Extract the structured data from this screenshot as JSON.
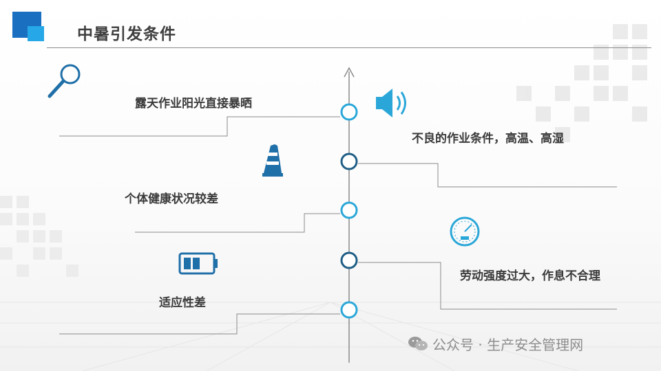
{
  "slide": {
    "title": "中暑引发条件"
  },
  "conditions": [
    {
      "text": "露天作业阳光直接暴晒",
      "icon": "magnifier-icon"
    },
    {
      "text": "不良的作业条件，高温、高湿",
      "icon": "speaker-icon"
    },
    {
      "text": "个体健康状况较差",
      "icon": "traffic-cone-icon"
    },
    {
      "text": "劳动强度过大，作息不合理",
      "icon": "gauge-icon"
    },
    {
      "text": "适应性差",
      "icon": "battery-icon"
    }
  ],
  "watermark": {
    "text": "公众号 · 生产安全管理网",
    "icon": "wechat-icon"
  },
  "colors": {
    "accent_light": "#2aa7d8",
    "accent_dark": "#1f5e85",
    "line": "#8a8a8a",
    "text": "#3a3a3a"
  }
}
